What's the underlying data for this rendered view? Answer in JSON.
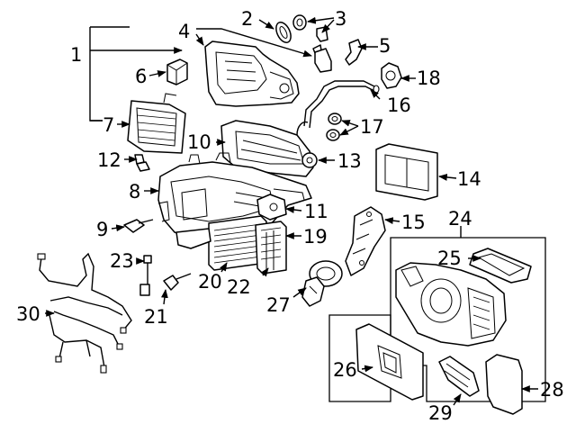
{
  "callouts": [
    {
      "id": "1",
      "text": "1"
    },
    {
      "id": "2",
      "text": "2"
    },
    {
      "id": "3",
      "text": "3"
    },
    {
      "id": "4",
      "text": "4"
    },
    {
      "id": "5",
      "text": "5"
    },
    {
      "id": "6",
      "text": "6"
    },
    {
      "id": "7",
      "text": "7"
    },
    {
      "id": "8",
      "text": "8"
    },
    {
      "id": "9",
      "text": "9"
    },
    {
      "id": "10",
      "text": "10"
    },
    {
      "id": "11",
      "text": "11"
    },
    {
      "id": "12",
      "text": "12"
    },
    {
      "id": "13",
      "text": "13"
    },
    {
      "id": "14",
      "text": "14"
    },
    {
      "id": "15",
      "text": "15"
    },
    {
      "id": "16",
      "text": "16"
    },
    {
      "id": "17",
      "text": "17"
    },
    {
      "id": "18",
      "text": "18"
    },
    {
      "id": "19",
      "text": "19"
    },
    {
      "id": "20",
      "text": "20"
    },
    {
      "id": "21",
      "text": "21"
    },
    {
      "id": "22",
      "text": "22"
    },
    {
      "id": "23",
      "text": "23"
    },
    {
      "id": "24",
      "text": "24"
    },
    {
      "id": "25",
      "text": "25"
    },
    {
      "id": "26",
      "text": "26"
    },
    {
      "id": "27",
      "text": "27"
    },
    {
      "id": "28",
      "text": "28"
    },
    {
      "id": "29",
      "text": "29"
    },
    {
      "id": "30",
      "text": "30"
    }
  ]
}
